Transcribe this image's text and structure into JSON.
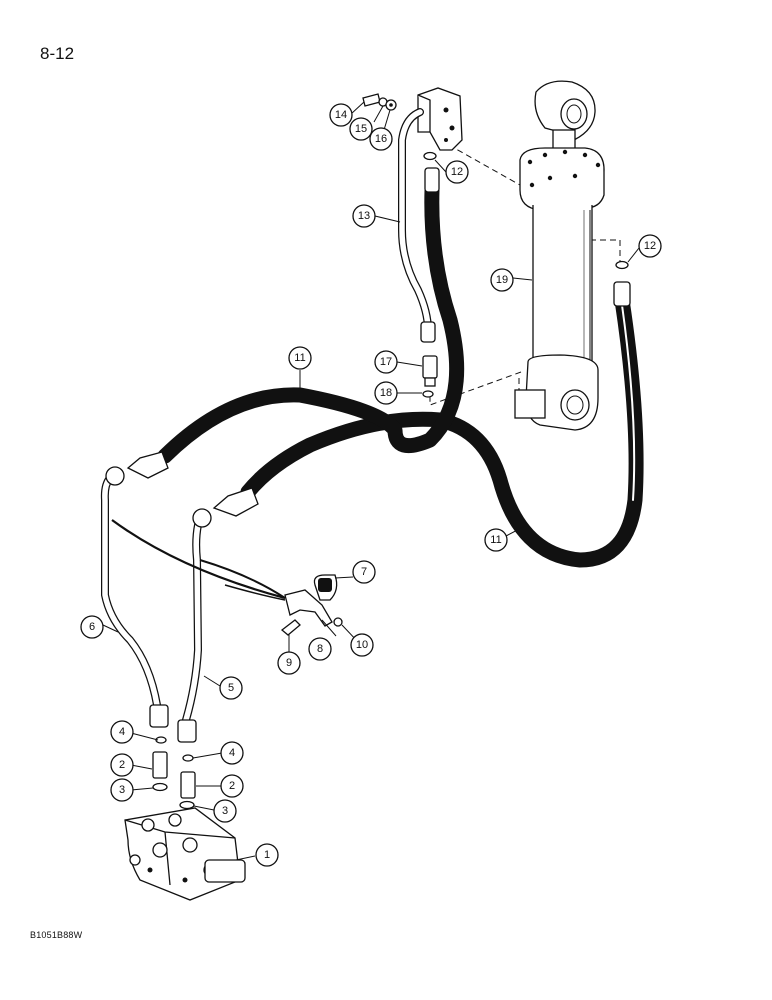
{
  "page": {
    "number": "8-12",
    "figure_code": "B1051B88W"
  },
  "callouts": [
    {
      "id": "c1",
      "label": "1"
    },
    {
      "id": "c2a",
      "label": "2"
    },
    {
      "id": "c2b",
      "label": "2"
    },
    {
      "id": "c3a",
      "label": "3"
    },
    {
      "id": "c3b",
      "label": "3"
    },
    {
      "id": "c4a",
      "label": "4"
    },
    {
      "id": "c4b",
      "label": "4"
    },
    {
      "id": "c5",
      "label": "5"
    },
    {
      "id": "c6",
      "label": "6"
    },
    {
      "id": "c7",
      "label": "7"
    },
    {
      "id": "c8",
      "label": "8"
    },
    {
      "id": "c9",
      "label": "9"
    },
    {
      "id": "c10",
      "label": "10"
    },
    {
      "id": "c11a",
      "label": "11"
    },
    {
      "id": "c11b",
      "label": "11"
    },
    {
      "id": "c12a",
      "label": "12"
    },
    {
      "id": "c12b",
      "label": "12"
    },
    {
      "id": "c13",
      "label": "13"
    },
    {
      "id": "c14",
      "label": "14"
    },
    {
      "id": "c15",
      "label": "15"
    },
    {
      "id": "c16",
      "label": "16"
    },
    {
      "id": "c17",
      "label": "17"
    },
    {
      "id": "c18",
      "label": "18"
    },
    {
      "id": "c19",
      "label": "19"
    }
  ]
}
